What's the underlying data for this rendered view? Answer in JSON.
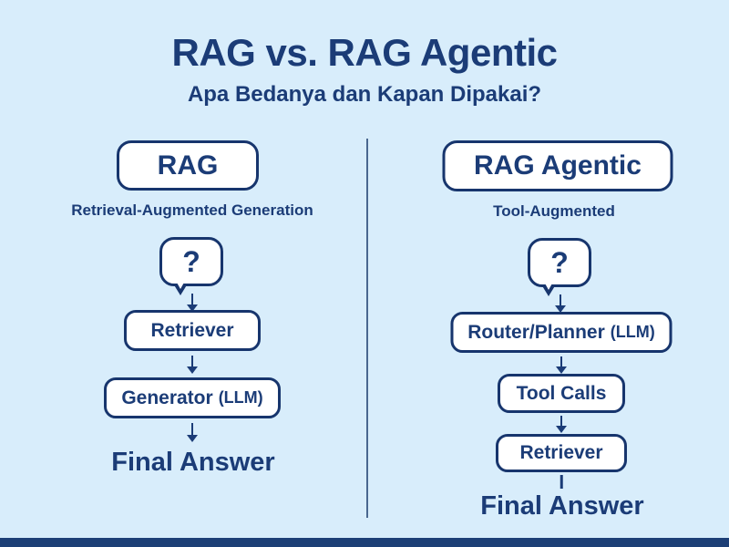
{
  "header": {
    "title": "RAG vs. RAG Agentic",
    "subtitle": "Apa Bedanya dan Kapan Dipakai?"
  },
  "colors": {
    "bg": "#d8edfb",
    "navy": "#1b3c77",
    "border": "#17356d",
    "boxfill": "#ffffff",
    "divider": "#49678f",
    "footer": "#1d3f76"
  },
  "left": {
    "name": "RAG",
    "tagline": "Retrieval-Augmented Generation",
    "question": "?",
    "steps": [
      {
        "text": "Retriever",
        "suffix": ""
      },
      {
        "text": "Generator",
        "suffix": "(LLM)"
      }
    ],
    "final": "Final Answer"
  },
  "right": {
    "name": "RAG Agentic",
    "tagline": "Tool-Augmented",
    "question": "?",
    "steps": [
      {
        "text": "Router/Planner",
        "suffix": "(LLM)"
      },
      {
        "text": "Tool Calls",
        "suffix": ""
      },
      {
        "text": "Retriever",
        "suffix": ""
      }
    ],
    "final": "Final Answer"
  }
}
